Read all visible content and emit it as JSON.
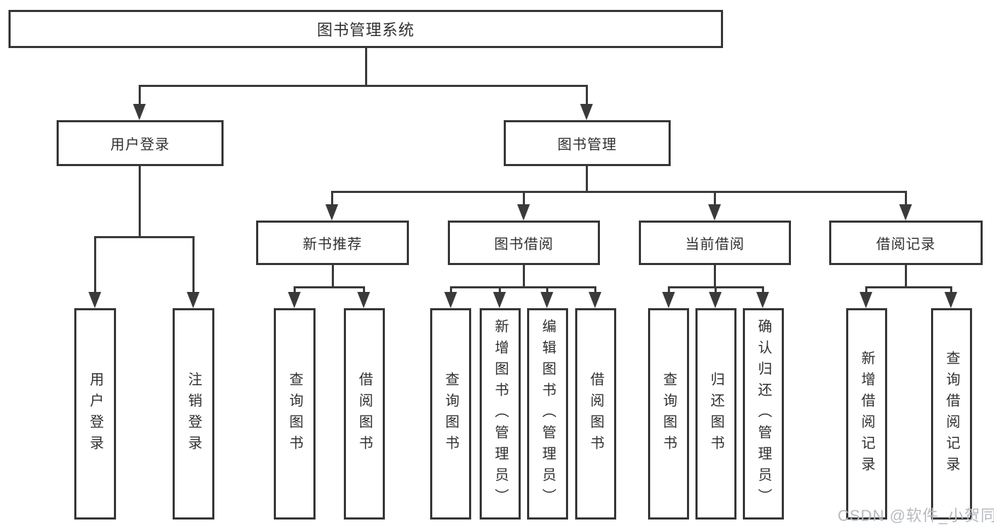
{
  "diagram": {
    "root": {
      "label": "图书管理系统"
    },
    "level2": [
      {
        "label": "用户登录",
        "leaves": [
          "用户登录",
          "注销登录"
        ]
      },
      {
        "label": "图书管理",
        "children": [
          {
            "label": "新书推荐",
            "leaves": [
              "查询图书",
              "借阅图书"
            ]
          },
          {
            "label": "图书借阅",
            "leaves": [
              "查询图书",
              "新增图书（管理员）",
              "编辑图书（管理员）",
              "借阅图书"
            ]
          },
          {
            "label": "当前借阅",
            "leaves": [
              "查询图书",
              "归还图书",
              "确认归还（管理员）"
            ]
          },
          {
            "label": "借阅记录",
            "leaves": [
              "新增借阅记录",
              "查询借阅记录"
            ]
          }
        ]
      }
    ]
  },
  "watermark": {
    "text": "CSDN @软件_小贺同学"
  },
  "colors": {
    "line": "#3a3a3a",
    "box_border": "#363636",
    "text": "#303030",
    "watermark": "#b6babf",
    "background": "#ffffff"
  }
}
